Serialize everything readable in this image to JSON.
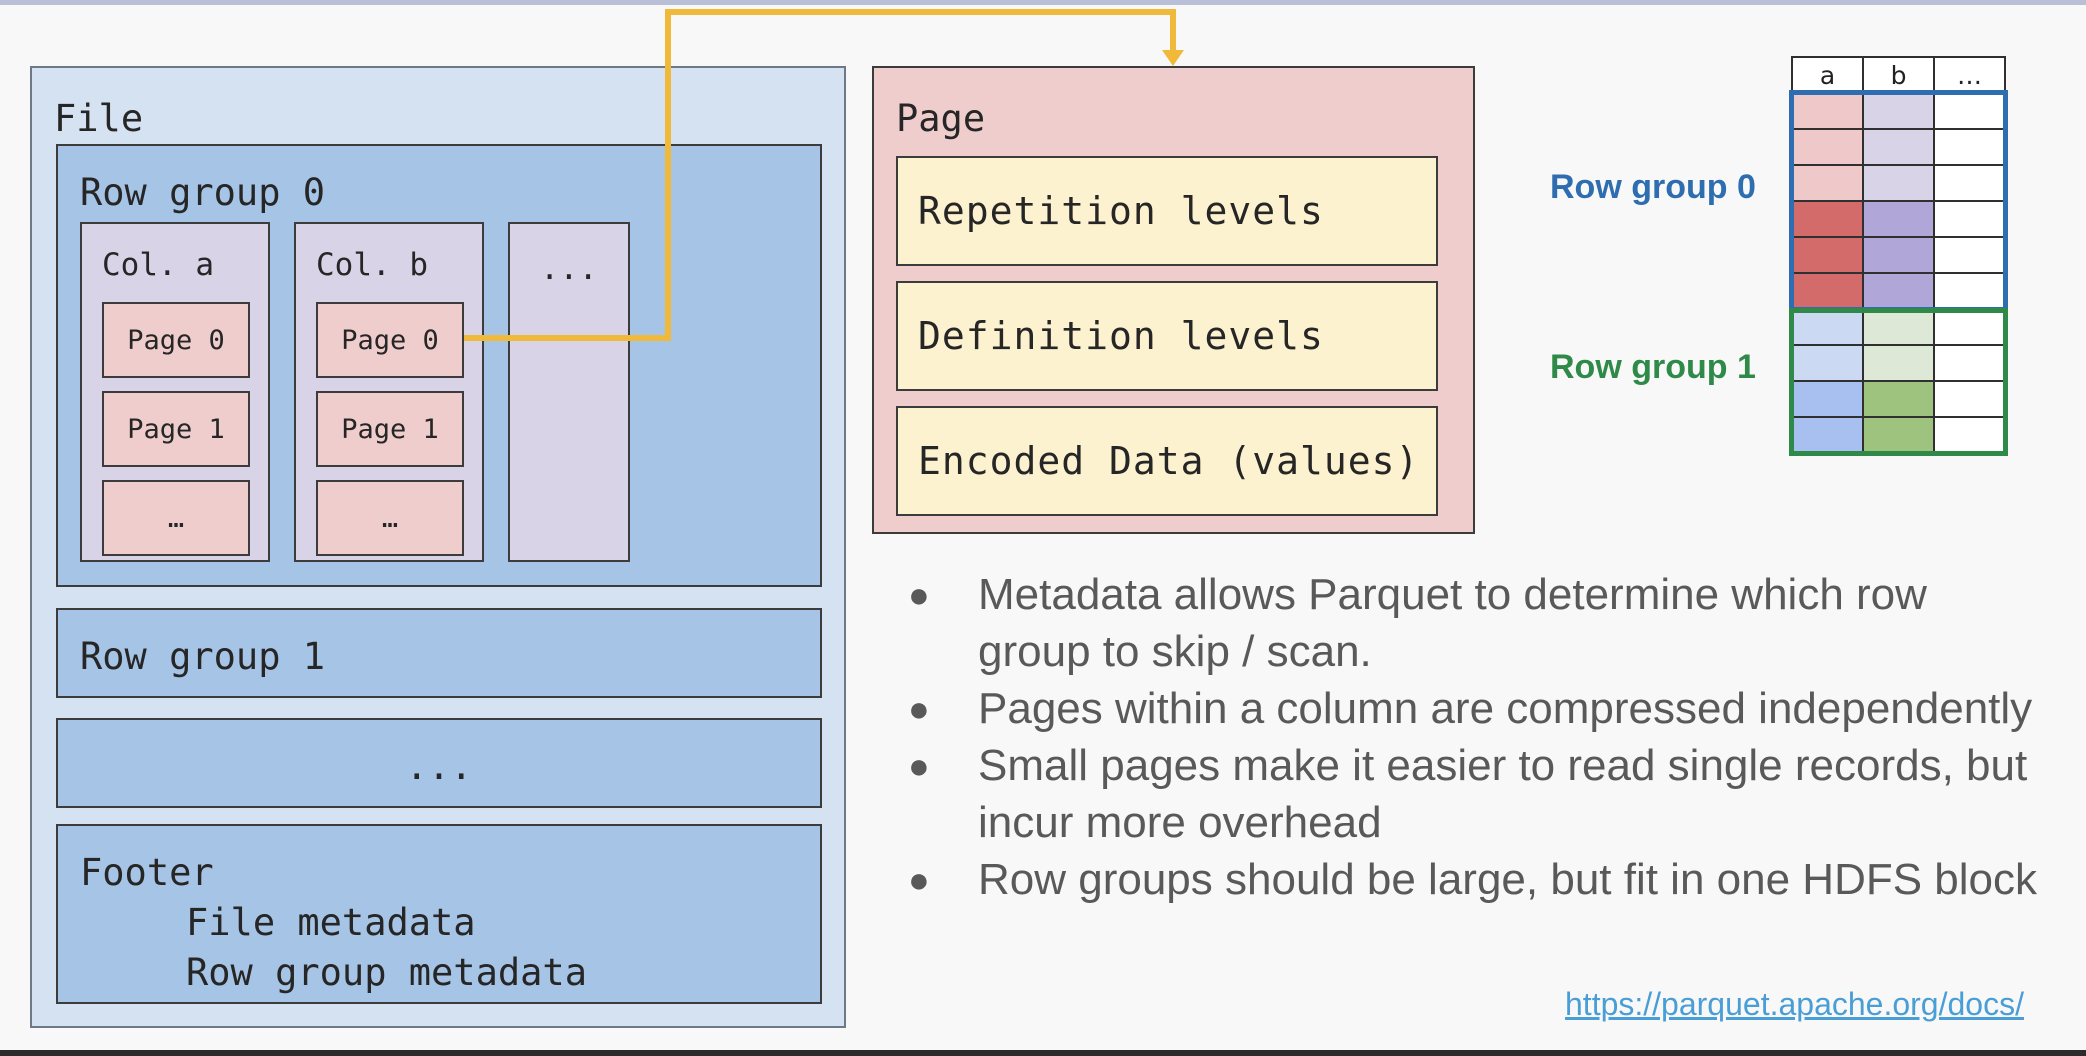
{
  "file": {
    "title": "File",
    "row_group_0": {
      "title": "Row group 0",
      "col_a": {
        "title": "Col. a",
        "pages": [
          "Page 0",
          "Page 1",
          "…"
        ]
      },
      "col_b": {
        "title": "Col. b",
        "pages": [
          "Page 0",
          "Page 1",
          "…"
        ]
      },
      "col_more": "..."
    },
    "row_group_1": "Row group 1",
    "row_group_more": "...",
    "footer": {
      "title": "Footer",
      "lines": [
        "File metadata",
        "Row group metadata"
      ]
    }
  },
  "page": {
    "title": "Page",
    "sections": [
      "Repetition levels",
      "Definition levels",
      "Encoded Data (values)"
    ]
  },
  "grid": {
    "headers": [
      "a",
      "b",
      "…"
    ],
    "row_group_labels": [
      "Row group 0",
      "Row group 1"
    ],
    "row_group_colors": [
      "#2e6db0",
      "#2f8a49"
    ],
    "rows": [
      [
        "#efc9c9",
        "#d9d3e8",
        "#ffffff"
      ],
      [
        "#efc9c9",
        "#d9d3e8",
        "#ffffff"
      ],
      [
        "#efc9c9",
        "#d9d3e8",
        "#ffffff"
      ],
      [
        "#d36b6b",
        "#b1a6d8",
        "#ffffff"
      ],
      [
        "#d36b6b",
        "#b1a6d8",
        "#ffffff"
      ],
      [
        "#d36b6b",
        "#b1a6d8",
        "#ffffff"
      ],
      [
        "#cbd9f3",
        "#dde9d6",
        "#ffffff"
      ],
      [
        "#cbd9f3",
        "#dde9d6",
        "#ffffff"
      ],
      [
        "#a8c0ef",
        "#9ec37f",
        "#ffffff"
      ],
      [
        "#a8c0ef",
        "#9ec37f",
        "#ffffff"
      ]
    ]
  },
  "bullets": [
    "Metadata allows Parquet to determine which row group to skip / scan.",
    "Pages within a column are compressed independently",
    "Small pages make it easier to read single records, but incur more overhead",
    "Row groups should be large, but fit in one HDFS block"
  ],
  "bullet_symbol": "●",
  "link": "https://parquet.apache.org/docs/",
  "connector_color": "#f0b93a"
}
